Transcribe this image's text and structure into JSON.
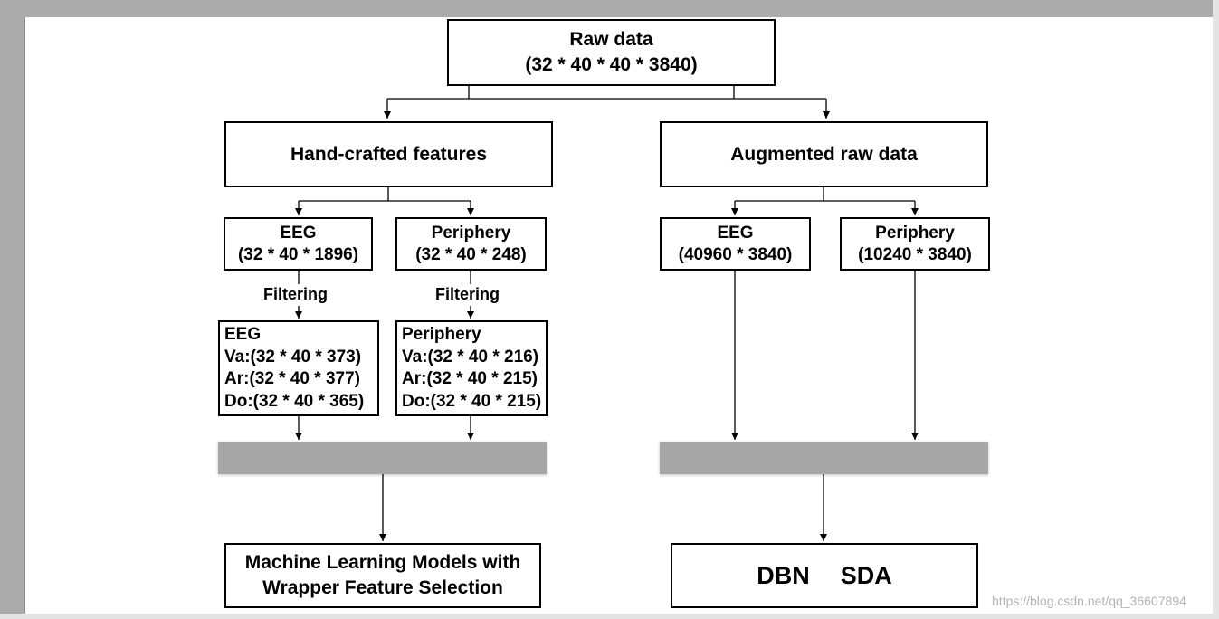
{
  "raw_data": {
    "title": "Raw data",
    "dims": "(32 * 40 * 40 * 3840)"
  },
  "hand_crafted": {
    "title": "Hand-crafted features"
  },
  "augmented": {
    "title": "Augmented raw data"
  },
  "hc_eeg": {
    "title": "EEG",
    "dims": "(32 * 40 * 1896)"
  },
  "hc_periphery": {
    "title": "Periphery",
    "dims": "(32 * 40 * 248)"
  },
  "aug_eeg": {
    "title": "EEG",
    "dims": "(40960 * 3840)"
  },
  "aug_periphery": {
    "title": "Periphery",
    "dims": "(10240 * 3840)"
  },
  "filtering_label": "Filtering",
  "filtered_eeg": {
    "title": "EEG",
    "va": "Va:(32 * 40 * 373)",
    "ar": "Ar:(32 * 40 * 377)",
    "do": "Do:(32 * 40 * 365)"
  },
  "filtered_periphery": {
    "title": "Periphery",
    "va": "Va:(32 * 40 * 216)",
    "ar": "Ar:(32 * 40 * 215)",
    "do": "Do:(32 * 40 * 215)"
  },
  "ml_models": {
    "line1": "Machine Learning Models with",
    "line2": "Wrapper Feature Selection"
  },
  "deep_models": {
    "dbn": "DBN",
    "sda": "SDA"
  },
  "watermark": "https://blog.csdn.net/qq_36607894"
}
